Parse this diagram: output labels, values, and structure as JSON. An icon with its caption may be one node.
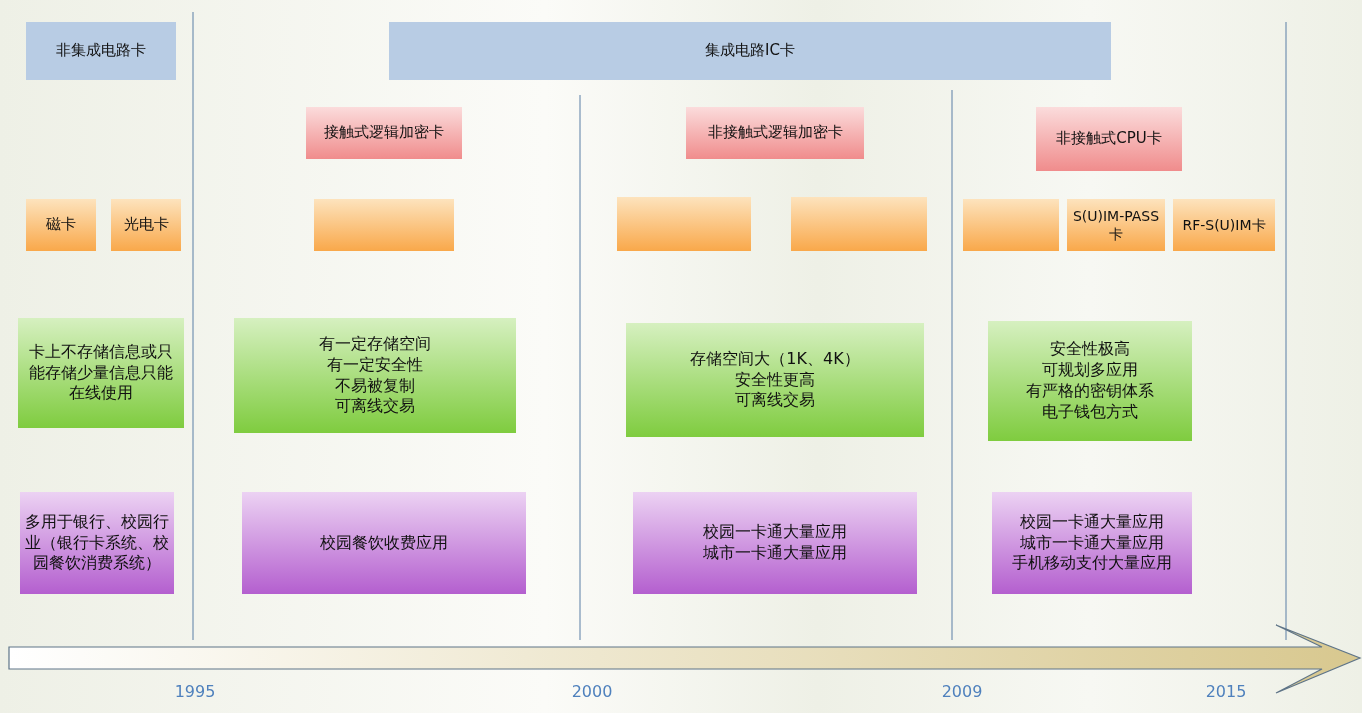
{
  "diagram": {
    "nodes": [
      {
        "text": [
          "非集成电路卡"
        ]
      },
      {
        "text": [
          "集成电路IC卡"
        ]
      },
      {
        "text": [
          "接触式逻辑加密卡"
        ]
      },
      {
        "text": [
          "非接触式逻辑加密卡"
        ]
      },
      {
        "text": [
          "非接触式CPU卡"
        ]
      },
      {
        "text": [
          "磁卡"
        ]
      },
      {
        "text": [
          "光电卡"
        ]
      },
      {
        "text": [],
        "shape": "box"
      },
      {
        "text": [],
        "shape": "box"
      },
      {
        "text": [],
        "shape": "box"
      },
      {
        "text": [],
        "shape": "box"
      },
      {
        "text": [
          "S(U)IM-PASS卡"
        ]
      },
      {
        "text": [
          "RF-S(U)IM卡"
        ]
      },
      {
        "text": [
          "卡上不存储信息或只能存储少量信息只能在线使用"
        ]
      },
      {
        "text": [
          "有一定存储空间",
          "有一定安全性",
          "不易被复制",
          "可离线交易"
        ]
      },
      {
        "text": [
          "存储空间大（1K、4K）",
          "安全性更高",
          "可离线交易"
        ]
      },
      {
        "text": [
          "安全性极高",
          "可规划多应用",
          "有严格的密钥体系",
          "电子钱包方式"
        ]
      },
      {
        "text": [
          "多用于银行、校园行业（银行卡系统、校园餐饮消费系统）"
        ]
      },
      {
        "text": [
          "校园餐饮收费应用"
        ]
      },
      {
        "text": [
          "校园一卡通大量应用",
          "城市一卡通大量应用"
        ]
      },
      {
        "text": [
          "校园一卡通大量应用",
          "城市一卡通大量应用",
          "手机移动支付大量应用"
        ]
      }
    ],
    "edges": [],
    "labels": [
      "1995",
      "2000",
      "2009",
      "2015"
    ]
  }
}
